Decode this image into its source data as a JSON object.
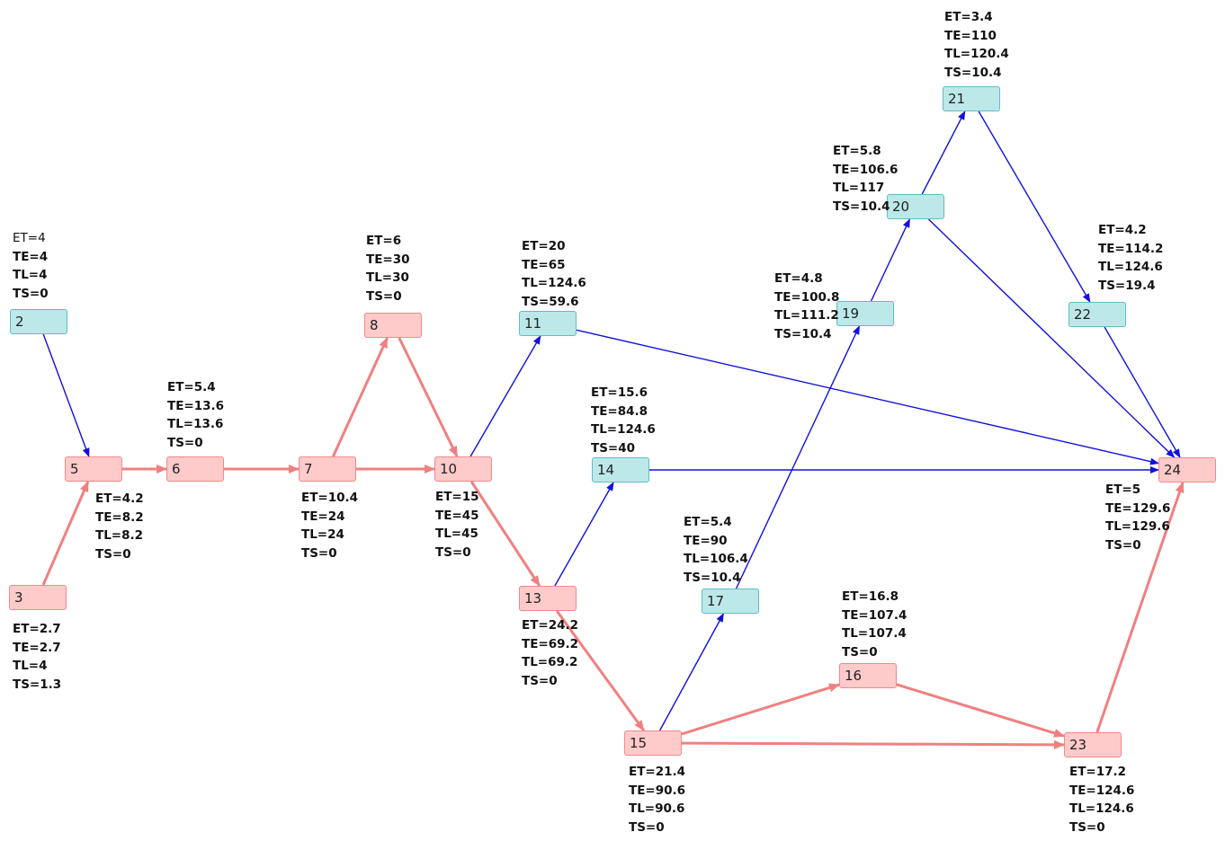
{
  "colors": {
    "critical_edge": "#f08080",
    "normal_edge": "#1010e0"
  },
  "nodes": [
    {
      "id": "2",
      "critical": false,
      "info": [
        "ET=4",
        "TE=4",
        "TL=4",
        "TS=0"
      ]
    },
    {
      "id": "3",
      "critical": true,
      "info": [
        "ET=2.7",
        "TE=2.7",
        "TL=4",
        "TS=1.3"
      ]
    },
    {
      "id": "5",
      "critical": true,
      "info": [
        "ET=4.2",
        "TE=8.2",
        "TL=8.2",
        "TS=0"
      ]
    },
    {
      "id": "6",
      "critical": true,
      "info": [
        "ET=5.4",
        "TE=13.6",
        "TL=13.6",
        "TS=0"
      ]
    },
    {
      "id": "7",
      "critical": true,
      "info": [
        "ET=10.4",
        "TE=24",
        "TL=24",
        "TS=0"
      ]
    },
    {
      "id": "8",
      "critical": true,
      "info": [
        "ET=6",
        "TE=30",
        "TL=30",
        "TS=0"
      ]
    },
    {
      "id": "10",
      "critical": true,
      "info": [
        "ET=15",
        "TE=45",
        "TL=45",
        "TS=0"
      ]
    },
    {
      "id": "11",
      "critical": false,
      "info": [
        "ET=20",
        "TE=65",
        "TL=124.6",
        "TS=59.6"
      ]
    },
    {
      "id": "13",
      "critical": true,
      "info": [
        "ET=24.2",
        "TE=69.2",
        "TL=69.2",
        "TS=0"
      ]
    },
    {
      "id": "14",
      "critical": false,
      "info": [
        "ET=15.6",
        "TE=84.8",
        "TL=124.6",
        "TS=40"
      ]
    },
    {
      "id": "15",
      "critical": true,
      "info": [
        "ET=21.4",
        "TE=90.6",
        "TL=90.6",
        "TS=0"
      ]
    },
    {
      "id": "16",
      "critical": true,
      "info": [
        "ET=16.8",
        "TE=107.4",
        "TL=107.4",
        "TS=0"
      ]
    },
    {
      "id": "17",
      "critical": false,
      "info": [
        "ET=5.4",
        "TE=90",
        "TL=106.4",
        "TS=10.4"
      ]
    },
    {
      "id": "19",
      "critical": false,
      "info": [
        "ET=4.8",
        "TE=100.8",
        "TL=111.2",
        "TS=10.4"
      ]
    },
    {
      "id": "20",
      "critical": false,
      "info": [
        "ET=5.8",
        "TE=106.6",
        "TL=117",
        "TS=10.4"
      ]
    },
    {
      "id": "21",
      "critical": false,
      "info": [
        "ET=3.4",
        "TE=110",
        "TL=120.4",
        "TS=10.4"
      ]
    },
    {
      "id": "22",
      "critical": false,
      "info": [
        "ET=4.2",
        "TE=114.2",
        "TL=124.6",
        "TS=19.4"
      ]
    },
    {
      "id": "23",
      "critical": true,
      "info": [
        "ET=17.2",
        "TE=124.6",
        "TL=124.6",
        "TS=0"
      ]
    },
    {
      "id": "24",
      "critical": true,
      "info": [
        "ET=5",
        "TE=129.6",
        "TL=129.6",
        "TS=0"
      ]
    }
  ],
  "edges": [
    {
      "from": "2",
      "to": "5",
      "critical": false
    },
    {
      "from": "3",
      "to": "5",
      "critical": true
    },
    {
      "from": "5",
      "to": "6",
      "critical": true
    },
    {
      "from": "6",
      "to": "7",
      "critical": true
    },
    {
      "from": "7",
      "to": "8",
      "critical": true
    },
    {
      "from": "7",
      "to": "10",
      "critical": true
    },
    {
      "from": "8",
      "to": "10",
      "critical": true
    },
    {
      "from": "10",
      "to": "11",
      "critical": false
    },
    {
      "from": "10",
      "to": "13",
      "critical": true
    },
    {
      "from": "11",
      "to": "24",
      "critical": false
    },
    {
      "from": "13",
      "to": "14",
      "critical": false
    },
    {
      "from": "13",
      "to": "15",
      "critical": true
    },
    {
      "from": "14",
      "to": "24",
      "critical": false
    },
    {
      "from": "15",
      "to": "17",
      "critical": false
    },
    {
      "from": "15",
      "to": "16",
      "critical": true
    },
    {
      "from": "15",
      "to": "23",
      "critical": true
    },
    {
      "from": "16",
      "to": "23",
      "critical": true
    },
    {
      "from": "17",
      "to": "19",
      "critical": false
    },
    {
      "from": "19",
      "to": "20",
      "critical": false
    },
    {
      "from": "20",
      "to": "21",
      "critical": false
    },
    {
      "from": "20",
      "to": "24",
      "critical": false
    },
    {
      "from": "21",
      "to": "22",
      "critical": false
    },
    {
      "from": "22",
      "to": "24",
      "critical": false
    },
    {
      "from": "23",
      "to": "24",
      "critical": true
    }
  ]
}
